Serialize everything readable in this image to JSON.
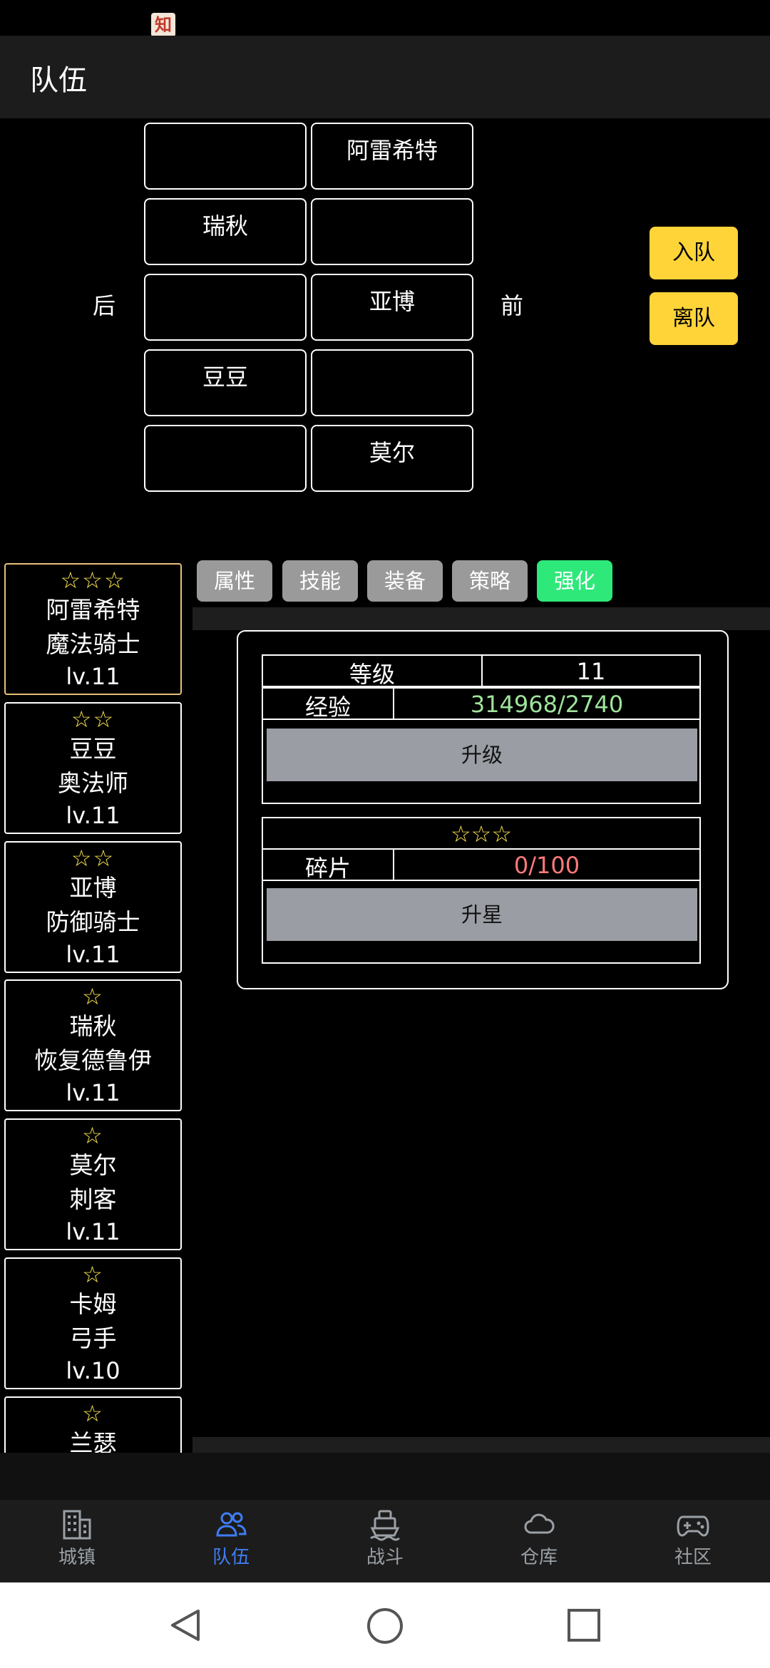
{
  "header": {
    "title": "队伍"
  },
  "formation": {
    "back_label": "后",
    "front_label": "前",
    "slots": [
      [
        "",
        "阿雷希特"
      ],
      [
        "瑞秋",
        ""
      ],
      [
        "",
        "亚博"
      ],
      [
        "豆豆",
        ""
      ],
      [
        "",
        "莫尔"
      ]
    ],
    "join_label": "入队",
    "leave_label": "离队"
  },
  "heroes": [
    {
      "stars": "☆☆☆",
      "name": "阿雷希特",
      "class": "魔法骑士",
      "level": "lv.11",
      "selected": true
    },
    {
      "stars": "☆☆",
      "name": "豆豆",
      "class": "奥法师",
      "level": "lv.11"
    },
    {
      "stars": "☆☆",
      "name": "亚博",
      "class": "防御骑士",
      "level": "lv.11"
    },
    {
      "stars": "☆",
      "name": "瑞秋",
      "class": "恢复德鲁伊",
      "level": "lv.11"
    },
    {
      "stars": "☆",
      "name": "莫尔",
      "class": "刺客",
      "level": "lv.11"
    },
    {
      "stars": "☆",
      "name": "卡姆",
      "class": "弓手",
      "level": "lv.10"
    },
    {
      "stars": "☆",
      "name": "兰瑟",
      "class": "",
      "level": ""
    }
  ],
  "tabs": [
    {
      "label": "属性"
    },
    {
      "label": "技能"
    },
    {
      "label": "装备"
    },
    {
      "label": "策略"
    },
    {
      "label": "强化",
      "active": true
    }
  ],
  "enhance": {
    "level_label": "等级",
    "level_value": "11",
    "exp_label": "经验",
    "exp_value": "314968/2740",
    "upgrade_label": "升级",
    "stars": "☆☆☆",
    "shard_label": "碎片",
    "shard_value": "0/100",
    "star_up_label": "升星"
  },
  "nav": [
    {
      "label": "城镇",
      "icon": "building-icon"
    },
    {
      "label": "队伍",
      "icon": "people-icon",
      "active": true
    },
    {
      "label": "战斗",
      "icon": "ship-icon"
    },
    {
      "label": "仓库",
      "icon": "cloud-icon"
    },
    {
      "label": "社区",
      "icon": "gamepad-icon"
    }
  ],
  "colors": {
    "accent_yellow": "#ffd439",
    "tab_active": "#2ee87a",
    "nav_active": "#3f7df5",
    "exp_value": "#9fe39c",
    "shard_value": "#ff7a7a",
    "star_yellow": "#ffe94d"
  }
}
